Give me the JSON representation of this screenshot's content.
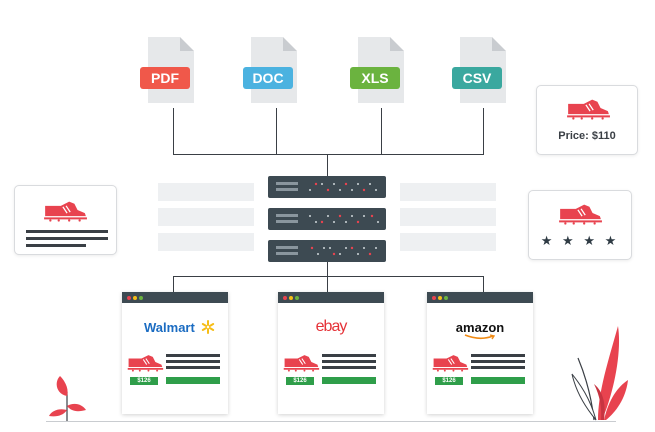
{
  "documents": [
    {
      "label": "PDF",
      "color": "#f0584a"
    },
    {
      "label": "DOC",
      "color": "#4bb2e0"
    },
    {
      "label": "XLS",
      "color": "#6bb33f"
    },
    {
      "label": "CSV",
      "color": "#3aa89f"
    }
  ],
  "cards": {
    "price_card": {
      "price_text": "Price: $110"
    },
    "rating_card": {
      "stars": 4,
      "star_glyph": "★"
    }
  },
  "stores": [
    {
      "name": "Walmart",
      "price": "$126"
    },
    {
      "name": "ebay",
      "price": "$126"
    },
    {
      "name": "amazon",
      "price": "$126"
    }
  ],
  "colors": {
    "shoe": "#e8434f",
    "server": "#3d4a52",
    "line": "#3a3f45",
    "price_green": "#2f9e4a",
    "walmart_blue": "#1b6cc2",
    "walmart_yellow": "#f6bd16",
    "amazon_orange": "#f08a14"
  },
  "icons": [
    "shoe-icon",
    "star-icon",
    "plant-icon",
    "server-icon",
    "document-icon"
  ]
}
